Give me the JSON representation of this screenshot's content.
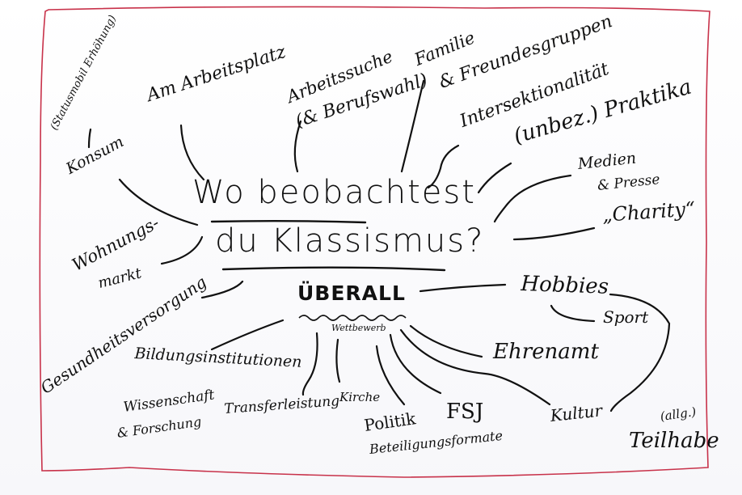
{
  "colors": {
    "frame": "#c8324a",
    "ink": "#111111",
    "paper": "#ffffff"
  },
  "center": {
    "question_line1": "Wo beobachtest",
    "question_line2": "du Klassismus?",
    "answer": "ÜBERALL",
    "answer_note": "Wettbewerb"
  },
  "branches": [
    {
      "id": "statusmobil",
      "text": "(Statusmobil Erhöhung)"
    },
    {
      "id": "konsum",
      "text": "Konsum"
    },
    {
      "id": "arbeitsplatz",
      "text": "Am Arbeitsplatz"
    },
    {
      "id": "arbeitssuche",
      "text": "Arbeitssuche"
    },
    {
      "id": "berufswahl",
      "text": "(& Berufswahl)"
    },
    {
      "id": "familie",
      "text": "Familie"
    },
    {
      "id": "freundesgruppen",
      "text": "& Freundesgruppen"
    },
    {
      "id": "intersektionalitaet",
      "text": "Intersektionalität"
    },
    {
      "id": "praktika",
      "text": "(unbez.) Praktika"
    },
    {
      "id": "medien",
      "text": "Medien"
    },
    {
      "id": "presse",
      "text": "& Presse"
    },
    {
      "id": "charity",
      "text": "„Charity“"
    },
    {
      "id": "wohnungsmarkt_1",
      "text": "Wohnungs-"
    },
    {
      "id": "wohnungsmarkt_2",
      "text": "markt"
    },
    {
      "id": "gesundheit",
      "text": "Gesundheitsversorgung"
    },
    {
      "id": "bildung",
      "text": "Bildungsinstitutionen"
    },
    {
      "id": "wissenschaft_1",
      "text": "Wissenschaft"
    },
    {
      "id": "wissenschaft_2",
      "text": "& Forschung"
    },
    {
      "id": "transfer",
      "text": "Transferleistung"
    },
    {
      "id": "kirche",
      "text": "Kirche"
    },
    {
      "id": "politik",
      "text": "Politik"
    },
    {
      "id": "beteiligung",
      "text": "Beteiligungsformate"
    },
    {
      "id": "fsj",
      "text": "FSJ"
    },
    {
      "id": "hobbies",
      "text": "Hobbies"
    },
    {
      "id": "sport",
      "text": "Sport"
    },
    {
      "id": "ehrenamt",
      "text": "Ehrenamt"
    },
    {
      "id": "kultur",
      "text": "Kultur"
    },
    {
      "id": "allg",
      "text": "(allg.)"
    },
    {
      "id": "teilhabe",
      "text": "Teilhabe"
    }
  ]
}
